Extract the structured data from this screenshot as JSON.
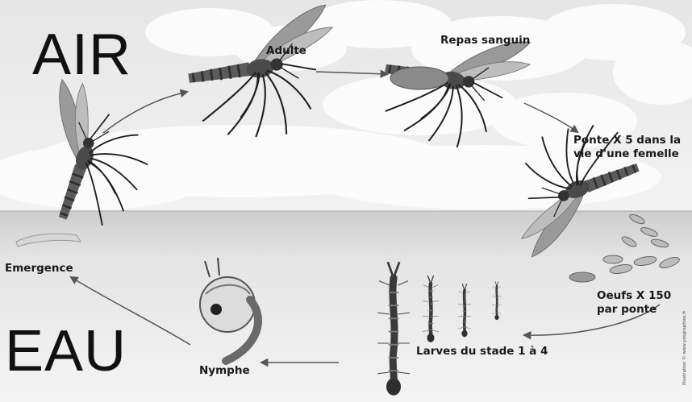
{
  "zones": {
    "air": "AIR",
    "water": "EAU"
  },
  "stages": {
    "adult": "Adulte",
    "blood_meal": "Repas sanguin",
    "laying": [
      "Ponte X 5 dans la",
      "vie d'une femelle"
    ],
    "eggs": [
      "Oeufs X 150",
      "par ponte"
    ],
    "larvae": "Larves du stade 1 à 4",
    "pupa": "Nymphe",
    "emergence": "Emergence"
  },
  "credit": "Illustration © www.yesgraphies.fr",
  "colors": {
    "sky": "#efefef",
    "water": "#c9c9c9",
    "cloud": "#fbfbfb",
    "mosquito": "#3a3a3a",
    "arrow": "#555555"
  }
}
